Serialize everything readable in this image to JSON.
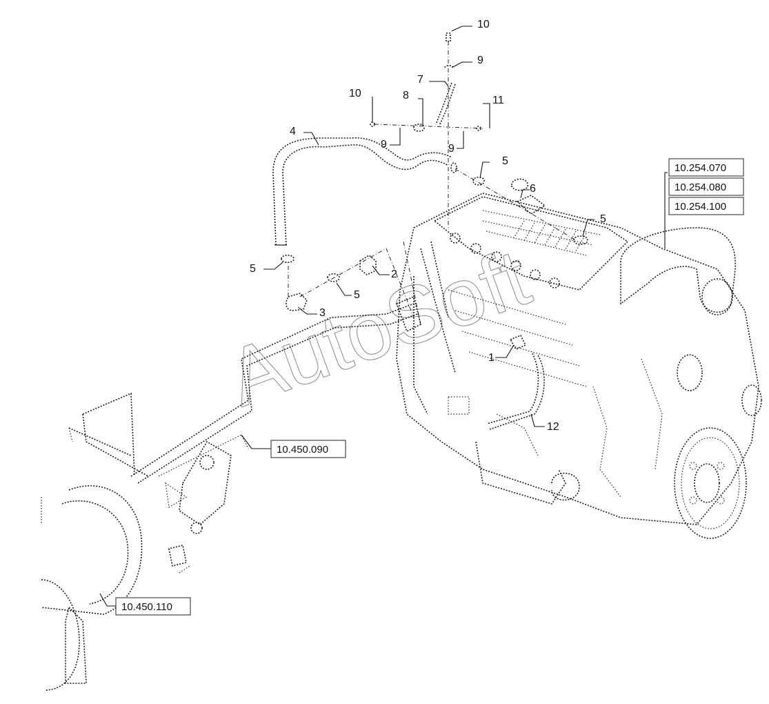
{
  "part_labels": {
    "p1": "1",
    "p2": "2",
    "p3": "3",
    "p4": "4",
    "p5a": "5",
    "p5b": "5",
    "p5c": "5",
    "p5d": "5",
    "p6": "6",
    "p7": "7",
    "p8": "8",
    "p9a": "9",
    "p9b": "9",
    "p9c": "9",
    "p10a": "10",
    "p10b": "10",
    "p11": "11",
    "p12": "12"
  },
  "refs": {
    "r1": "10.254.070",
    "r2": "10.254.080",
    "r3": "10.254.100",
    "r4": "10.450.090",
    "r5": "10.450.110"
  },
  "watermark": "AutoSoft"
}
